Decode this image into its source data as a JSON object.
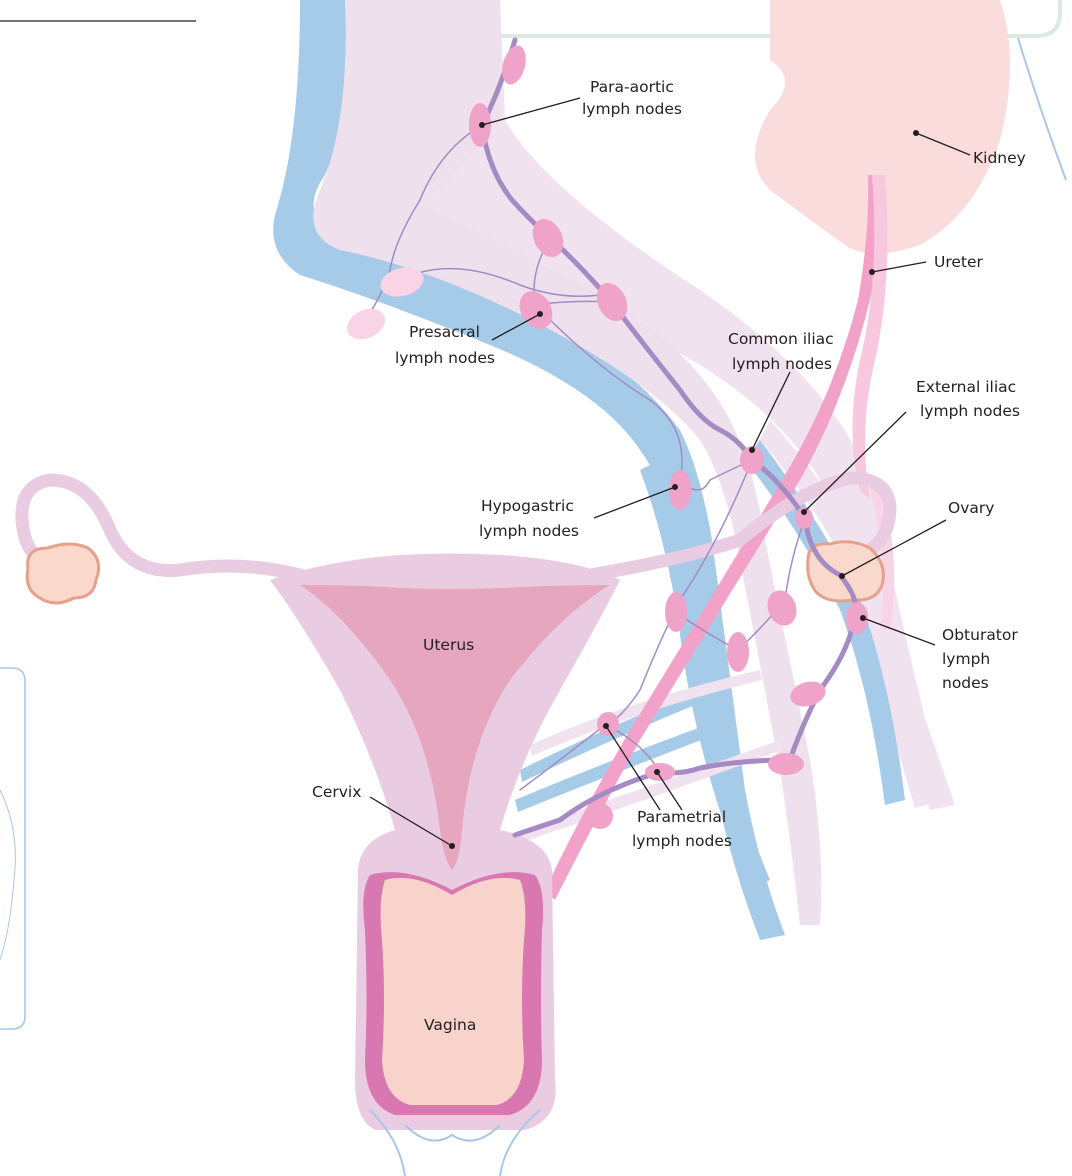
{
  "labels": {
    "para_aortic": [
      "Para-aortic",
      "lymph nodes"
    ],
    "kidney": "Kidney",
    "ureter": "Ureter",
    "presacral": [
      "Presacral",
      "lymph nodes"
    ],
    "common_iliac": [
      "Common iliac",
      "lymph nodes"
    ],
    "external_iliac": [
      "External iliac",
      "lymph nodes"
    ],
    "hypogastric": [
      "Hypogastric",
      "lymph nodes"
    ],
    "ovary": "Ovary",
    "obturator": [
      "Obturator",
      "lymph",
      "nodes"
    ],
    "uterus": "Uterus",
    "cervix": "Cervix",
    "parametrial": [
      "Parametrial",
      "lymph nodes"
    ],
    "vagina": "Vagina"
  },
  "colors": {
    "vein_blue": "#a6cbe8",
    "artery_pale": "#f1e2ef",
    "uterus_body": "#e9cce2",
    "uterus_cavity": "#e6a6bd",
    "vagina_fill": "#f7d3cb",
    "vagina_wall": "#d977b0",
    "ureter_pink": "#f2a2c8",
    "kidney_fill": "#fadcdc",
    "node_pink": "#f0a3c9",
    "node_pale": "#f8d4e6",
    "lymph_purple": "#a48bc4",
    "ovary_fill": "#fbd8cc",
    "ovary_edge": "#e5a18c",
    "outline_blue": "#a9c7e6",
    "panel_border": "#dcebe2"
  }
}
